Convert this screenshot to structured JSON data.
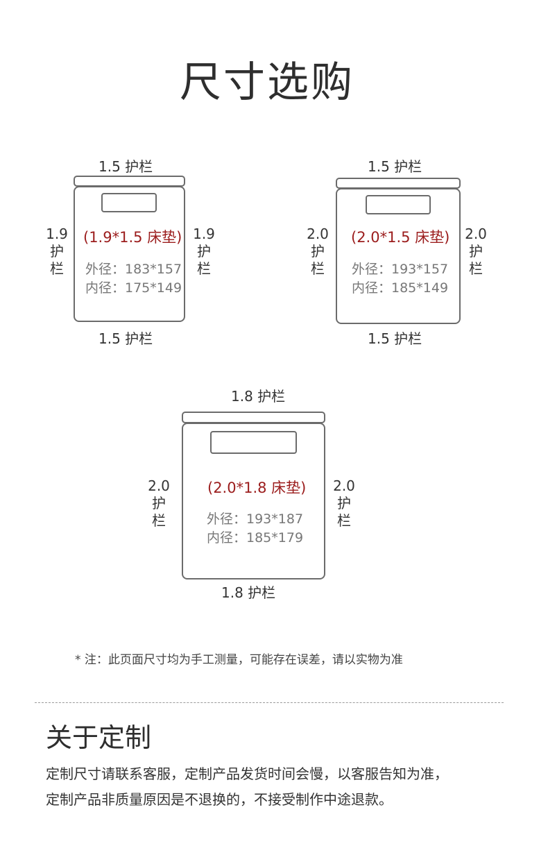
{
  "page_title": "尺寸选购",
  "diagrams": [
    {
      "top_label": "1.5 护栏",
      "bottom_label": "1.5 护栏",
      "left_num": "1.9",
      "left_c1": "护",
      "left_c2": "栏",
      "right_num": "1.9",
      "right_c1": "护",
      "right_c2": "栏",
      "mattress": "(1.9*1.5 床垫)",
      "outer": "外径：183*157",
      "inner": "内径：175*149"
    },
    {
      "top_label": "1.5 护栏",
      "bottom_label": "1.5 护栏",
      "left_num": "2.0",
      "left_c1": "护",
      "left_c2": "栏",
      "right_num": "2.0",
      "right_c1": "护",
      "right_c2": "栏",
      "mattress": "(2.0*1.5 床垫)",
      "outer": "外径：193*157",
      "inner": "内径：185*149"
    },
    {
      "top_label": "1.8 护栏",
      "bottom_label": "1.8 护栏",
      "left_num": "2.0",
      "left_c1": "护",
      "left_c2": "栏",
      "right_num": "2.0",
      "right_c1": "护",
      "right_c2": "栏",
      "mattress": "(2.0*1.8 床垫)",
      "outer": "外径：193*187",
      "inner": "内径：185*179"
    }
  ],
  "note": "* 注：此页面尺寸均为手工测量，可能存在误差，请以实物为准",
  "custom": {
    "title": "关于定制",
    "line1": "定制尺寸请联系客服，定制产品发货时间会慢，以客服告知为准，",
    "line2": "定制产品非质量原因是不退换的，不接受制作中途退款。"
  },
  "colors": {
    "mattress_red": "#9b1c1c",
    "outline_gray": "#6b6b6b"
  }
}
